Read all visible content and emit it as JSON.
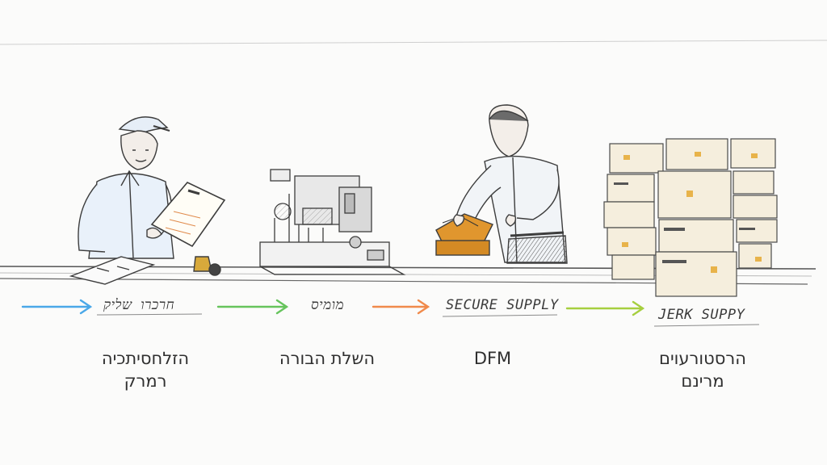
{
  "stages": [
    {
      "label": "חרכרו שליק",
      "caption_lines": [
        "הזלחסיתכיה",
        "רמרק"
      ],
      "arrow_color": "#4aa8e8"
    },
    {
      "label": "מומיס",
      "caption_lines": [
        "השלת הבורה"
      ],
      "arrow_color": "#66c45c"
    },
    {
      "label": "SECURE SUPPLY",
      "caption_lines": [
        "DFM"
      ],
      "arrow_color": "#f08a4b"
    },
    {
      "label": "JERK SUPPY",
      "caption_lines": [
        "הרסטורעוים",
        "מרינם"
      ],
      "arrow_color": "#a6cf3f"
    }
  ]
}
